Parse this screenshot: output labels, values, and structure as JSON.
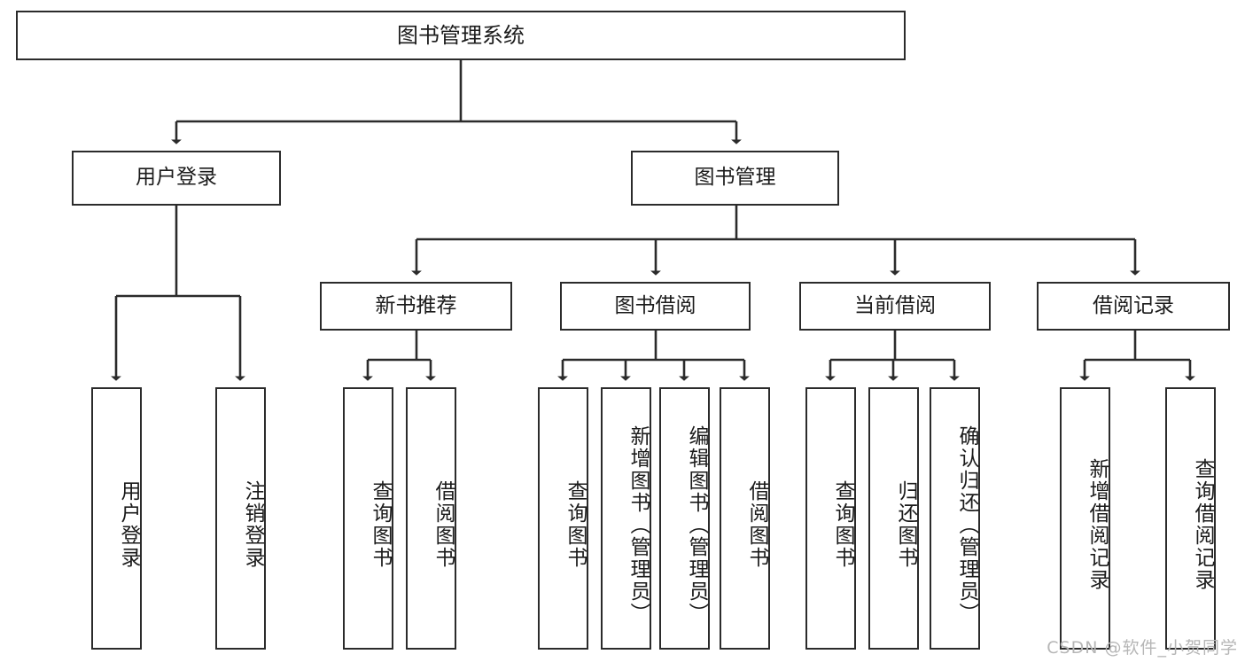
{
  "diagram": {
    "title": "图书管理系统",
    "watermark": "CSDN @软件_小贺同学",
    "colors": {
      "stroke": "#2b2b2b",
      "fill": "#ffffff",
      "text": "#1b1b1b",
      "watermark": "#b6b6b6"
    },
    "levels": {
      "root": {
        "label": "图书管理系统"
      },
      "level2": [
        {
          "label": "用户登录"
        },
        {
          "label": "图书管理"
        }
      ],
      "level3": [
        {
          "label": "新书推荐"
        },
        {
          "label": "图书借阅"
        },
        {
          "label": "当前借阅"
        },
        {
          "label": "借阅记录"
        }
      ],
      "leaves": {
        "user_login": [
          {
            "label": "用户登录"
          },
          {
            "label": "注销登录"
          }
        ],
        "new_book_recommend": [
          {
            "label": "查询图书"
          },
          {
            "label": "借阅图书"
          }
        ],
        "book_borrow": [
          {
            "label": "查询图书"
          },
          {
            "label": "新增图书（管理员）"
          },
          {
            "label": "编辑图书（管理员）"
          },
          {
            "label": "借阅图书"
          }
        ],
        "current_borrow": [
          {
            "label": "查询图书"
          },
          {
            "label": "归还图书"
          },
          {
            "label": "确认归还（管理员）"
          }
        ],
        "borrow_record": [
          {
            "label": "新增借阅记录"
          },
          {
            "label": "查询借阅记录"
          }
        ]
      }
    }
  }
}
